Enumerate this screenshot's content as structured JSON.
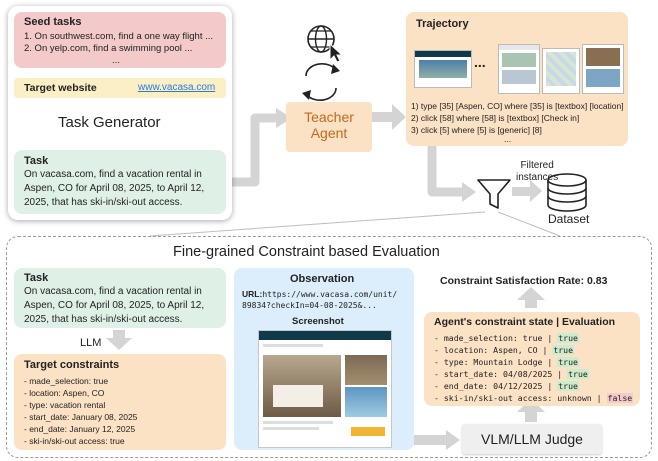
{
  "top": {
    "seed": {
      "title": "Seed tasks",
      "lines": [
        "1. On southwest.com, find a one way flight ...",
        "2. On yelp.com, find a swimming pool ...",
        "..."
      ]
    },
    "target": {
      "label": "Target website",
      "link": "www.vacasa.com"
    },
    "generator": "Task Generator",
    "task": {
      "title": "Task",
      "lines": [
        "On vacasa.com, find a vacation rental in",
        "Aspen, CO for April 08, 2025, to April 12,",
        "2025, that has ski-in/ski-out access."
      ]
    },
    "teacher": [
      "Teacher",
      "Agent"
    ],
    "trajectory": {
      "title": "Trajectory",
      "dots": "...",
      "steps": [
        "1) type [35] [Aspen, CO] where [35] is [textbox] [location]",
        "2) click [58] where [58] is [textbox] [Check in]",
        "3) click [5] where [5] is [generic] [8]",
        "..."
      ]
    },
    "filtered": [
      "Filtered",
      "instances"
    ],
    "dataset": "Dataset"
  },
  "bottom": {
    "title": "Fine-grained Constraint based Evaluation",
    "task": {
      "title": "Task",
      "lines": [
        "On vacasa.com, find a vacation rental in",
        "Aspen, CO for April 08, 2025, to April 12,",
        "2025, that has ski-in/ski-out access."
      ]
    },
    "llm": "LLM",
    "constraints": {
      "title": "Target constraints",
      "items": [
        "- made_selection: true",
        "- location: Aspen, CO",
        "- type: vacation rental",
        "- start_date: January 08, 2025",
        "- end_date: January 12, 2025",
        "- ski-in/ski-out access: true"
      ]
    },
    "observation": {
      "title": "Observation",
      "url_label": "URL:",
      "url_line1": "https://www.vacasa.com/unit/",
      "url_line2": "89834?checkIn=04-08-2025&...",
      "screenshot": "Screenshot"
    },
    "rate": {
      "label": "Constraint Satisfaction Rate:",
      "value": "0.83"
    },
    "state": {
      "title": "Agent's constraint state | Evaluation",
      "items": [
        {
          "text": "- made_selection: true | ",
          "result": "true",
          "ok": true
        },
        {
          "text": "- location: Aspen, CO | ",
          "result": "true",
          "ok": true
        },
        {
          "text": "- type: Mountain Lodge | ",
          "result": "true",
          "ok": true
        },
        {
          "text": "- start_date: 04/08/2025 | ",
          "result": "true",
          "ok": true
        },
        {
          "text": "- end_date: 04/12/2025 | ",
          "result": "true",
          "ok": true
        },
        {
          "text": "- ski-in/ski-out access: unknown | ",
          "result": "false",
          "ok": false
        }
      ]
    },
    "judge": "VLM/LLM Judge"
  }
}
